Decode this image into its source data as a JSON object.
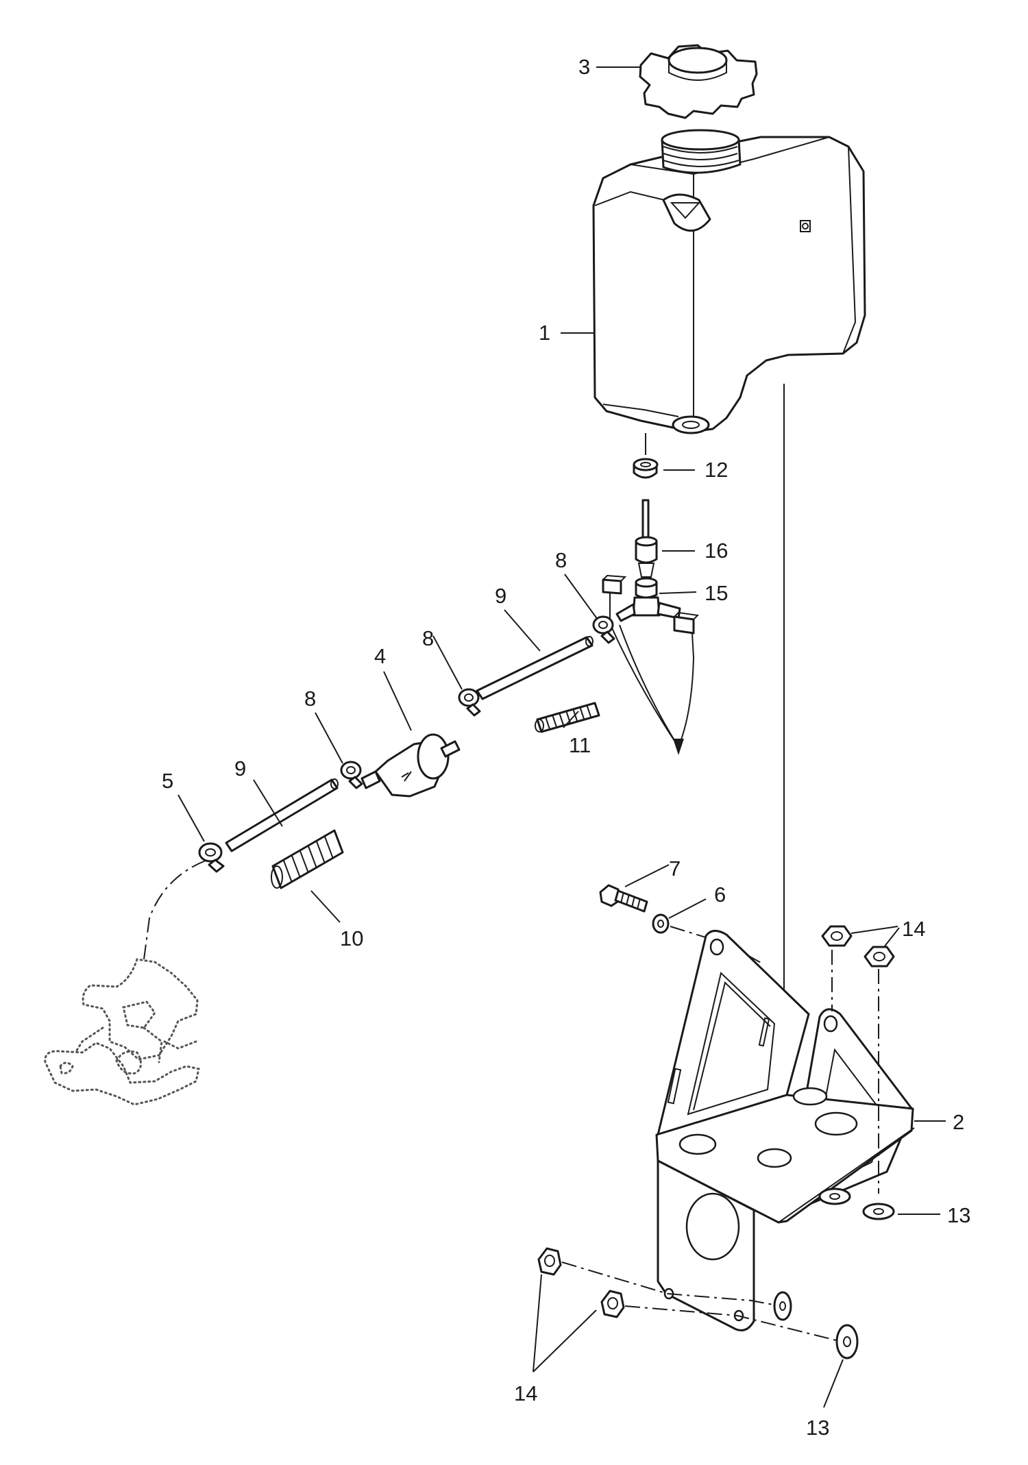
{
  "callouts": [
    {
      "id": "part-1",
      "label": "1"
    },
    {
      "id": "part-2",
      "label": "2"
    },
    {
      "id": "part-3",
      "label": "3"
    },
    {
      "id": "part-4",
      "label": "4"
    },
    {
      "id": "part-5",
      "label": "5"
    },
    {
      "id": "part-6",
      "label": "6"
    },
    {
      "id": "part-7",
      "label": "7"
    },
    {
      "id": "part-8a",
      "label": "8"
    },
    {
      "id": "part-8b",
      "label": "8"
    },
    {
      "id": "part-8c",
      "label": "8"
    },
    {
      "id": "part-9a",
      "label": "9"
    },
    {
      "id": "part-9b",
      "label": "9"
    },
    {
      "id": "part-10",
      "label": "10"
    },
    {
      "id": "part-11",
      "label": "11"
    },
    {
      "id": "part-12",
      "label": "12"
    },
    {
      "id": "part-13a",
      "label": "13"
    },
    {
      "id": "part-13b",
      "label": "13"
    },
    {
      "id": "part-14a",
      "label": "14"
    },
    {
      "id": "part-14b",
      "label": "14"
    },
    {
      "id": "part-15",
      "label": "15"
    },
    {
      "id": "part-16",
      "label": "16"
    }
  ]
}
